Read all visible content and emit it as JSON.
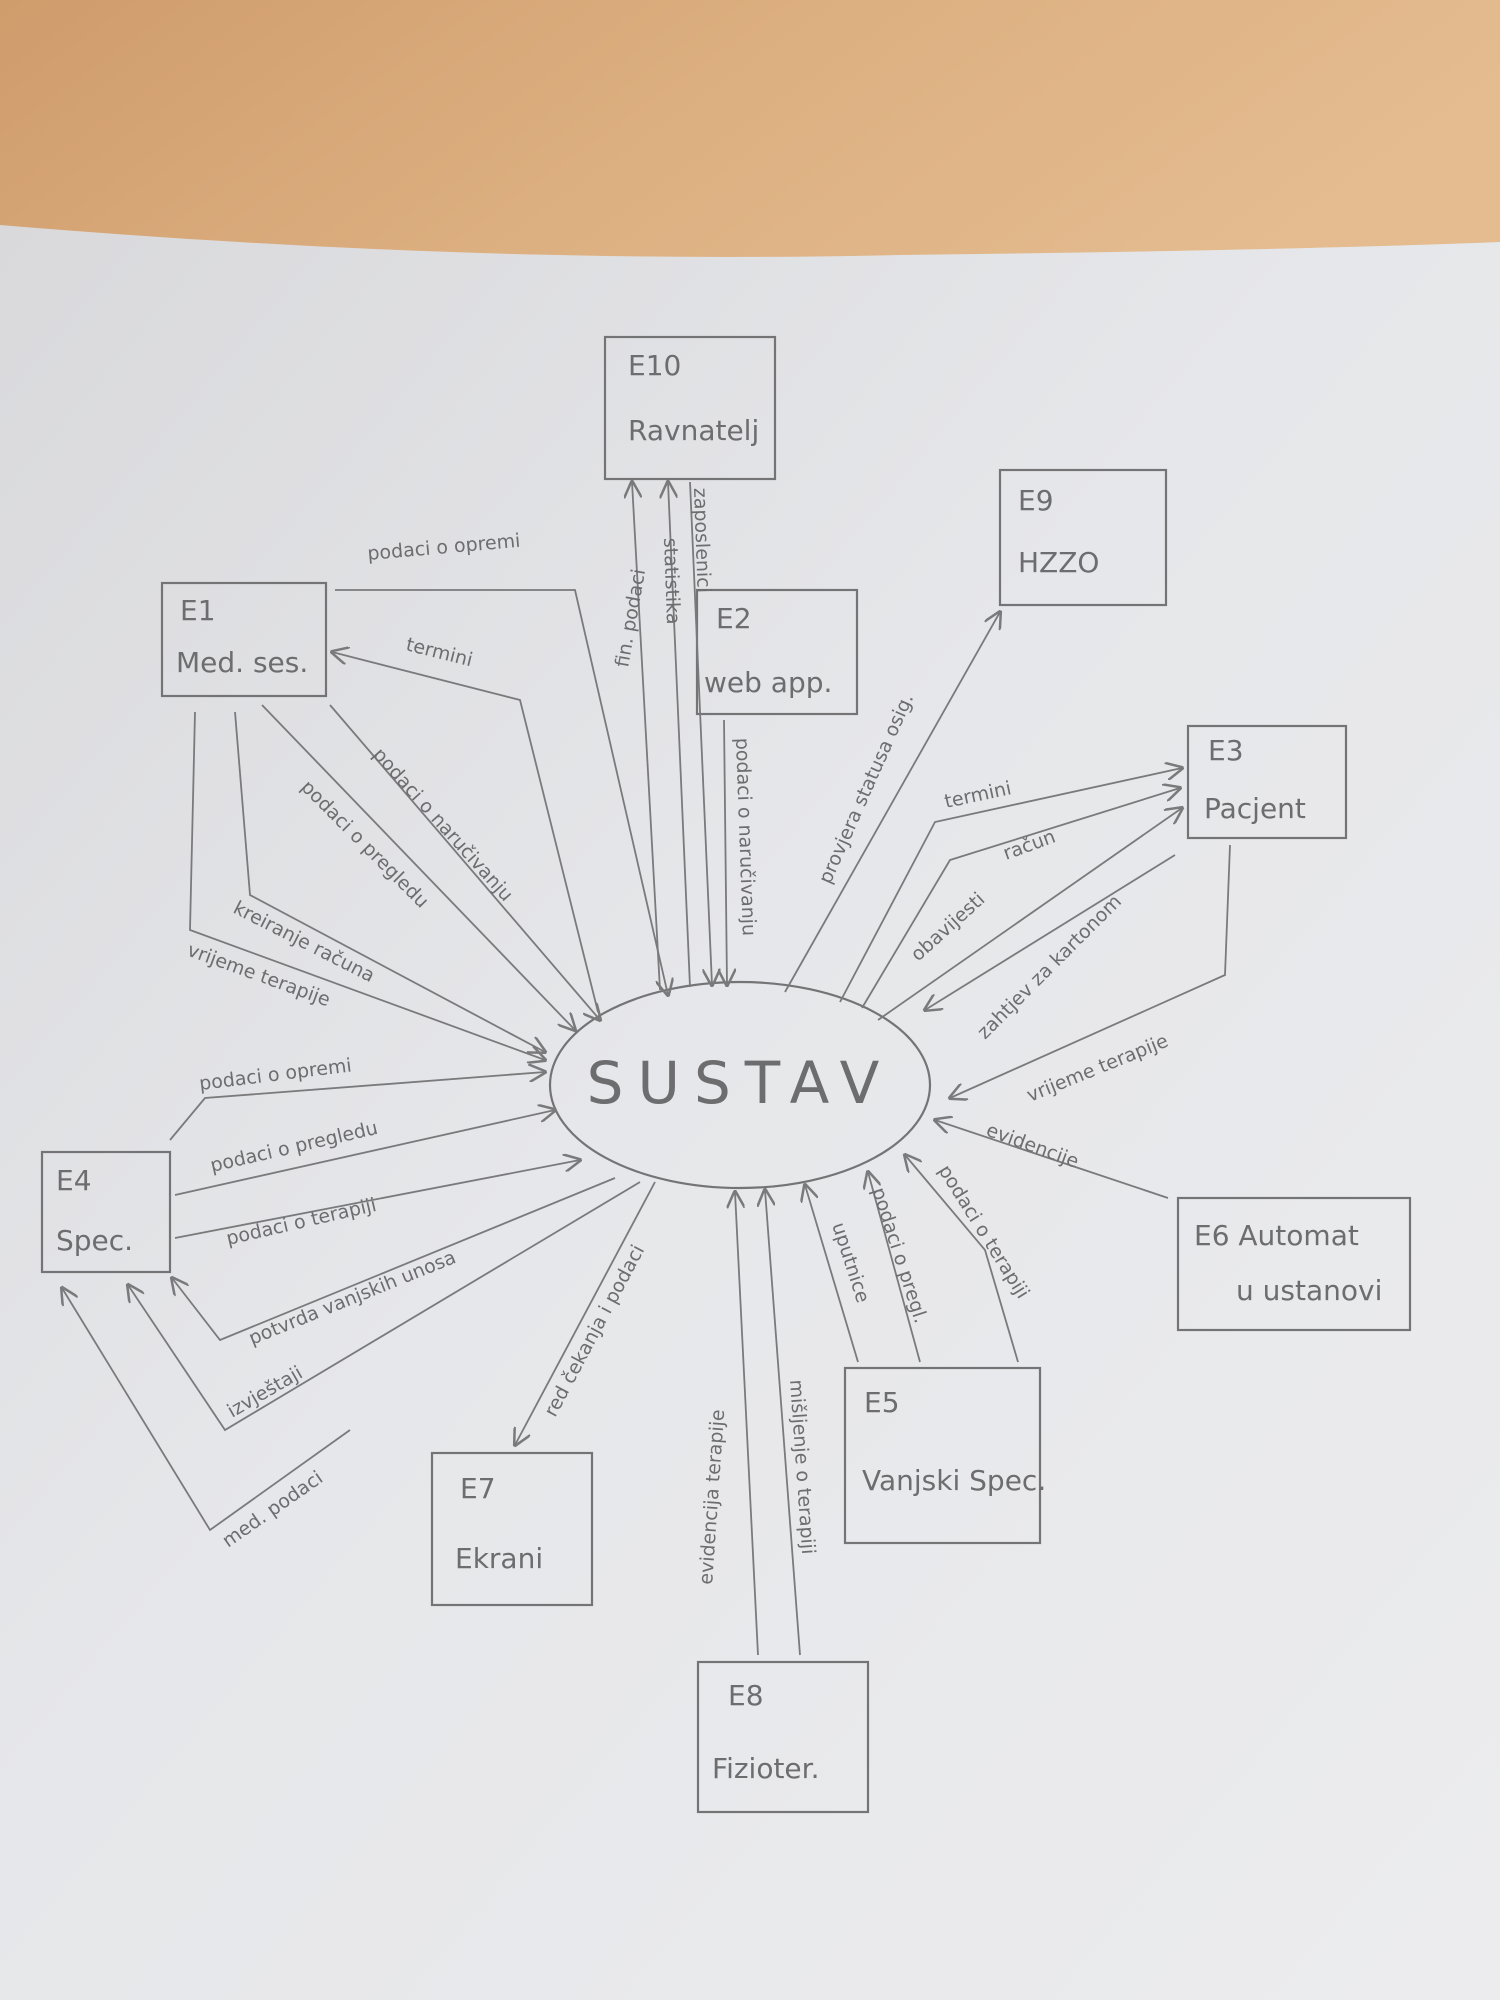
{
  "system": {
    "label": "SUSTAV"
  },
  "entities": [
    {
      "key": "e1",
      "lines": [
        "E1",
        "Med. ses."
      ]
    },
    {
      "key": "e2",
      "lines": [
        "E2",
        "web app."
      ]
    },
    {
      "key": "e3",
      "lines": [
        "E3",
        "Pacjent"
      ]
    },
    {
      "key": "e4",
      "lines": [
        "E4",
        "Spec."
      ]
    },
    {
      "key": "e5",
      "lines": [
        "E5",
        "Vanjski Spec."
      ]
    },
    {
      "key": "e6",
      "lines": [
        "E6   Automat",
        "u ustanovi"
      ]
    },
    {
      "key": "e7",
      "lines": [
        "E7",
        "Ekrani"
      ]
    },
    {
      "key": "e8",
      "lines": [
        "E8",
        "Fizioter."
      ]
    },
    {
      "key": "e9",
      "lines": [
        "E9",
        "HZZO"
      ]
    },
    {
      "key": "e10",
      "lines": [
        "E10",
        "Ravnatelj"
      ]
    }
  ],
  "flows": [
    {
      "key": "e1-oprema",
      "label": "podaci o opremi"
    },
    {
      "key": "e1-termini",
      "label": "termini"
    },
    {
      "key": "e1-naruc",
      "label": "podaci o naručivanju"
    },
    {
      "key": "e1-pregled",
      "label": "podaci o pregledu"
    },
    {
      "key": "e1-racun",
      "label": "kreiranje računa"
    },
    {
      "key": "e1-terapija",
      "label": "vrijeme terapije"
    },
    {
      "key": "e10-fin",
      "label": "fin. podaci"
    },
    {
      "key": "e10-stat",
      "label": "statistika"
    },
    {
      "key": "e10-zaposl",
      "label": "zaposlenici"
    },
    {
      "key": "e2-naruc",
      "label": "podaci o naručivanju"
    },
    {
      "key": "e9-status",
      "label": "provjera statusa osig."
    },
    {
      "key": "e3-termini",
      "label": "termini"
    },
    {
      "key": "e3-racun",
      "label": "račun"
    },
    {
      "key": "e3-obav",
      "label": "obavijesti"
    },
    {
      "key": "e3-zahtjev",
      "label": "zahtjev za kartonom"
    },
    {
      "key": "e3-terapija",
      "label": "vrijeme terapije"
    },
    {
      "key": "e6-evid",
      "label": "evidencije"
    },
    {
      "key": "e5-terapija",
      "label": "podaci o terapiji"
    },
    {
      "key": "e5-pregled",
      "label": "podaci o pregl."
    },
    {
      "key": "e5-uputnice",
      "label": "uputnice"
    },
    {
      "key": "e8-misljenje",
      "label": "mišljenje o terapiji"
    },
    {
      "key": "e8-evid",
      "label": "evidencija terapije"
    },
    {
      "key": "e7-red",
      "label": "red čekanja i podaci"
    },
    {
      "key": "e4-oprema",
      "label": "podaci o opremi"
    },
    {
      "key": "e4-pregled",
      "label": "podaci o pregledu"
    },
    {
      "key": "e4-terapija",
      "label": "podaci o terapiji"
    },
    {
      "key": "e4-potvrda",
      "label": "potvrda vanjskih unosa"
    },
    {
      "key": "e4-izvjestaji",
      "label": "izvještaji"
    },
    {
      "key": "e4-med",
      "label": "med. podaci"
    }
  ],
  "colors": {
    "pencil": "#747476",
    "paper": "#e7e8ec",
    "table": "#d9a877"
  }
}
